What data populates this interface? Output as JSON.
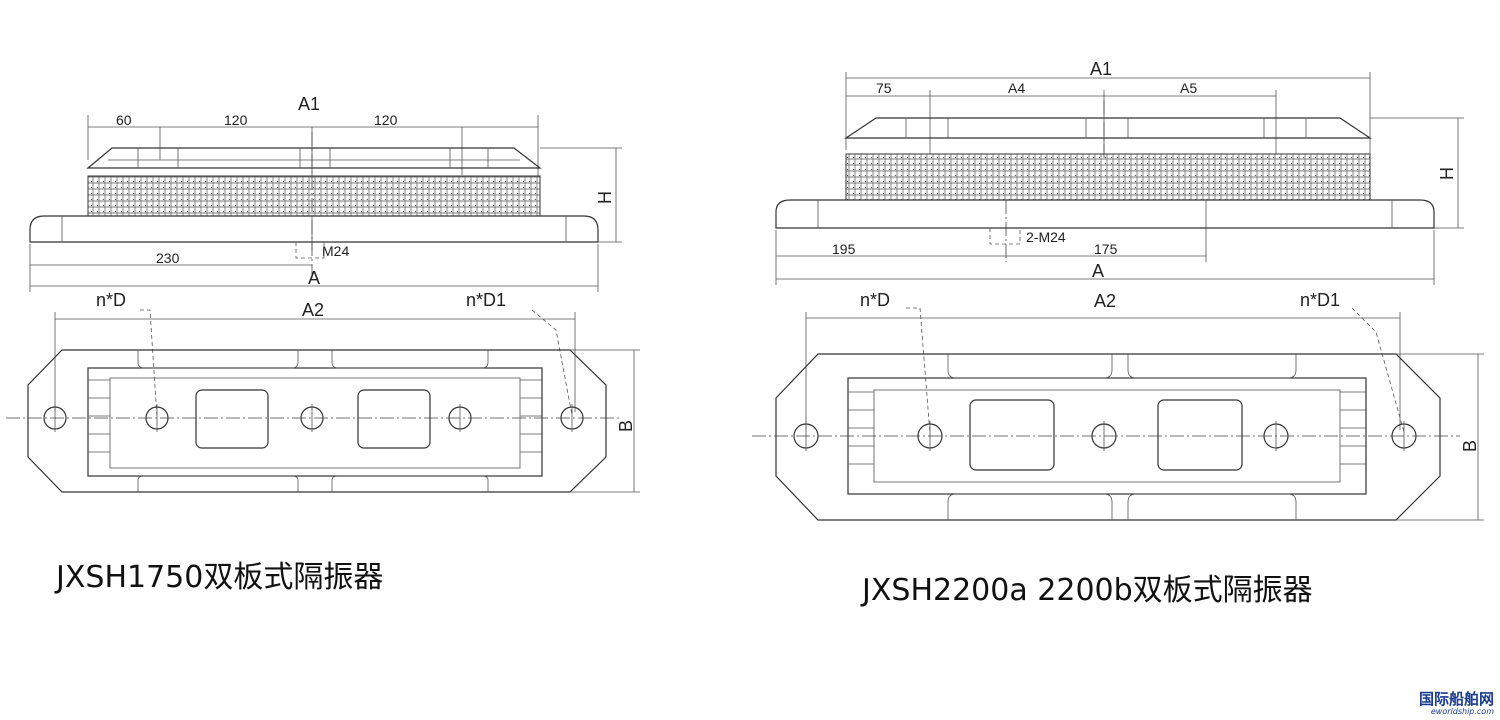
{
  "left": {
    "title": "JXSH1750双板式隔振器",
    "side": {
      "A1": "A1",
      "d60": "60",
      "d120a": "120",
      "d120b": "120",
      "H": "H",
      "M24": "M24",
      "d230": "230",
      "A": "A"
    },
    "plan": {
      "nD": "n*D",
      "A2": "A2",
      "nD1": "n*D1",
      "B": "B"
    }
  },
  "right": {
    "title": "JXSH2200a  2200b双板式隔振器",
    "side": {
      "A1": "A1",
      "d75": "75",
      "A4": "A4",
      "A5": "A5",
      "H": "H",
      "M24": "2-M24",
      "d195": "195",
      "d175": "175",
      "A": "A"
    },
    "plan": {
      "nD": "n*D",
      "A2": "A2",
      "nD1": "n*D1",
      "B": "B"
    }
  },
  "watermark": {
    "cn": "国际船舶网",
    "en": "eworldship.com"
  }
}
